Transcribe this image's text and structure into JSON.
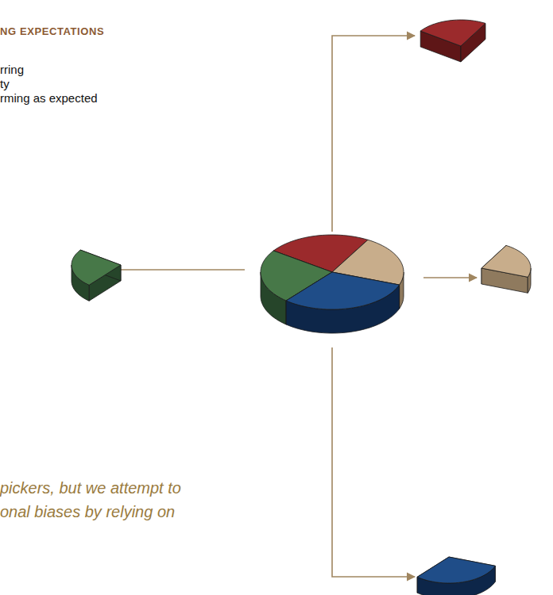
{
  "diagram": {
    "labels": [
      "NG EXPECTATIONS",
      "rring",
      "ty",
      "rming as expected",
      "pickers, but we attempt to",
      "onal biases by relying on"
    ]
  }
}
